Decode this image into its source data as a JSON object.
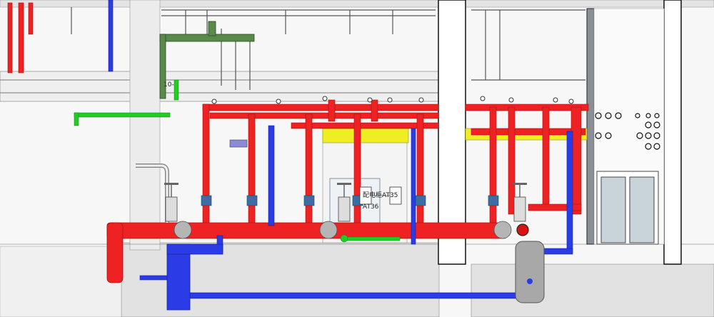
{
  "labels": {
    "tag_main": "配电柜AT35",
    "tag_sub": "AT36",
    "tag_green": "10-"
  },
  "colors": {
    "fire_pipe": "#ee2222",
    "fire_pipe_dark": "#b01515",
    "water_pipe": "#2b3be6",
    "green_pipe": "#22cc22",
    "olive_duct": "#5a8a4a",
    "yellow_tray": "#eeee22",
    "equipment_gray": "#a8a8a8",
    "valve_blue": "#3a6ea5",
    "structure": "#f2f2f2",
    "line": "#333333"
  },
  "icons": {
    "valve": "gate-valve-icon",
    "gauge": "pressure-gauge-icon",
    "pump": "pump-icon"
  }
}
